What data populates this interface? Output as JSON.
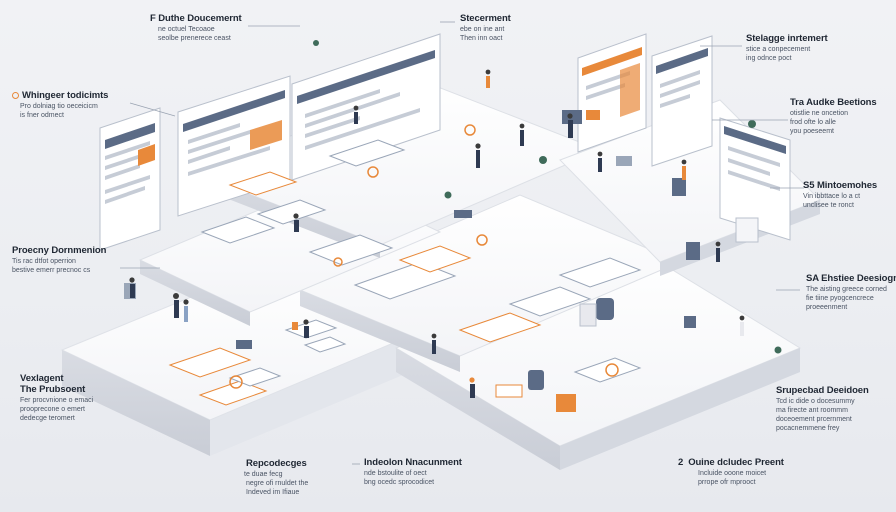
{
  "accent_color": "#e8893a",
  "primary_color": "#5b6b86",
  "callouts": {
    "top_center": {
      "title": "F Duthe Doucemernt",
      "line1": "ne octuel Tecoaoe",
      "line2": "seolbe prenerece ceast"
    },
    "top_right_a": {
      "title": "Stecerment",
      "line1": "ebe on ine ant",
      "line2": "Then inn oact"
    },
    "top_right_b": {
      "title": "Stelagge inrtemert",
      "line1": "stice a conpecement",
      "line2": "ing odnce poct"
    },
    "left_1": {
      "title": "Whingeer todicimts",
      "line1": "Pro dolniag tio oeceicicm",
      "line2": "is fner odmect"
    },
    "right_1": {
      "title": "Tra Audke Beetions",
      "line1": "otistlie ne oncetion",
      "line2": "frod ofte lo alle",
      "line3": "you poeseemt"
    },
    "right_2": {
      "title": "S5 Mintoemohes",
      "line1": "Vin ibbttace lo a ct",
      "line2": "unclisee te ronct"
    },
    "left_2": {
      "title": "Proecny Dornmenion",
      "line1": "Tis rac dtfot operrion",
      "line2": "bestive emerr precnoc cs"
    },
    "right_3": {
      "title": "SA Ehstiee Deesiogn ct",
      "line1": "The aisting greece corned",
      "line2": "fie tiine pyogcencrece",
      "line3": "proeeenment"
    },
    "left_3": {
      "title": "Vexlagent",
      "title2": "The Prubsoent",
      "line1": "Fer procvnione o emaci",
      "line2": "prooprecone o emert",
      "line3": "dedecge teromert"
    },
    "right_4": {
      "title": "Srupecbad Deeidoen",
      "line1": "Tcd ic dide o docesummy",
      "line2": "ma firecte ant roommm",
      "line3": "doceoement prcernment",
      "line4": "pocacnemmene frey"
    },
    "bottom_1": {
      "title": "Repcodecges",
      "line1": "te duae fecg",
      "line2": "negre ofi rnuldet the",
      "line3": "Indeved im Ifiaue"
    },
    "bottom_2": {
      "title": "Indeolon Nnacunment",
      "line1": "nde bstoulite of oect",
      "line2": "bng ocedc sprocodicet"
    },
    "bottom_3": {
      "number": "2",
      "title": "Ouine dcludec Preent",
      "line1": "Incluide ooone moicet",
      "line2": "prrope ofr mprooct"
    }
  }
}
